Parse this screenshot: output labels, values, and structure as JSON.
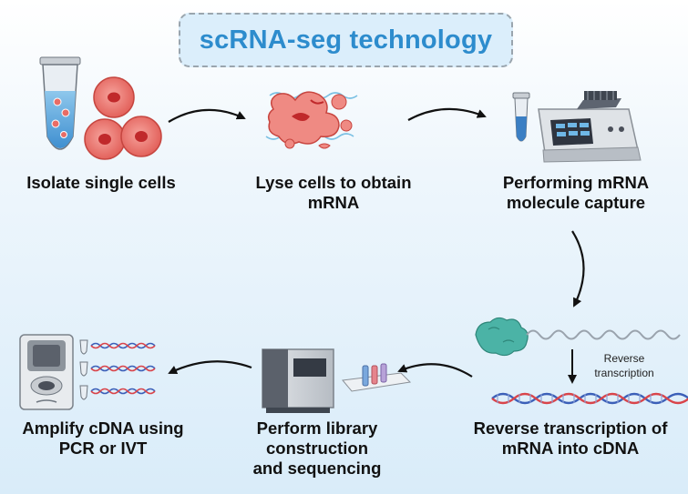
{
  "title": "scRNA-seg technology",
  "steps": {
    "isolate": [
      "Isolate single cells"
    ],
    "lyse": [
      "Lyse cells to obtain",
      "mRNA"
    ],
    "capture": [
      "Performing mRNA",
      "molecule capture"
    ],
    "reverse": [
      "Reverse transcription of",
      "mRNA into cDNA"
    ],
    "library": [
      "Perform library",
      "construction",
      "and sequencing"
    ],
    "amplify": [
      "Amplify cDNA using",
      "PCR or IVT"
    ]
  },
  "reverse_note": [
    "Reverse",
    "transcription"
  ],
  "colors": {
    "title": "#2d8ccd",
    "cell": "#e86c66",
    "nucleus": "#c0292b",
    "dna_blue": "#3b5fb8",
    "dna_red": "#d9444a",
    "enzyme": "#4bb3a6",
    "device": "#4a4f59"
  }
}
